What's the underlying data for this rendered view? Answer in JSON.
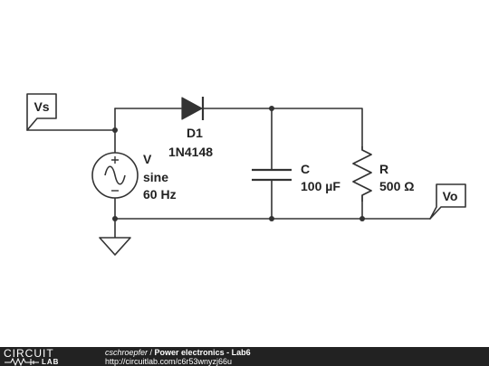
{
  "schematic": {
    "ports": {
      "input": "Vs",
      "output": "Vo"
    },
    "source": {
      "ref": "V",
      "type": "sine",
      "frequency": "60 Hz"
    },
    "diode": {
      "ref": "D1",
      "part": "1N4148"
    },
    "capacitor": {
      "ref": "C",
      "value": "100 µF"
    },
    "resistor": {
      "ref": "R",
      "value": "500 Ω"
    },
    "ground_icon": "ground-icon"
  },
  "footer": {
    "logo_top": "CIRCUIT",
    "logo_bottom": "LAB",
    "author": "cschroepfer",
    "separator": " / ",
    "title": "Power electronics - Lab6",
    "url": "http://circuitlab.com/c6r53wnyzj66u"
  },
  "colors": {
    "wire": "#333333",
    "footer_bg": "#222222"
  }
}
